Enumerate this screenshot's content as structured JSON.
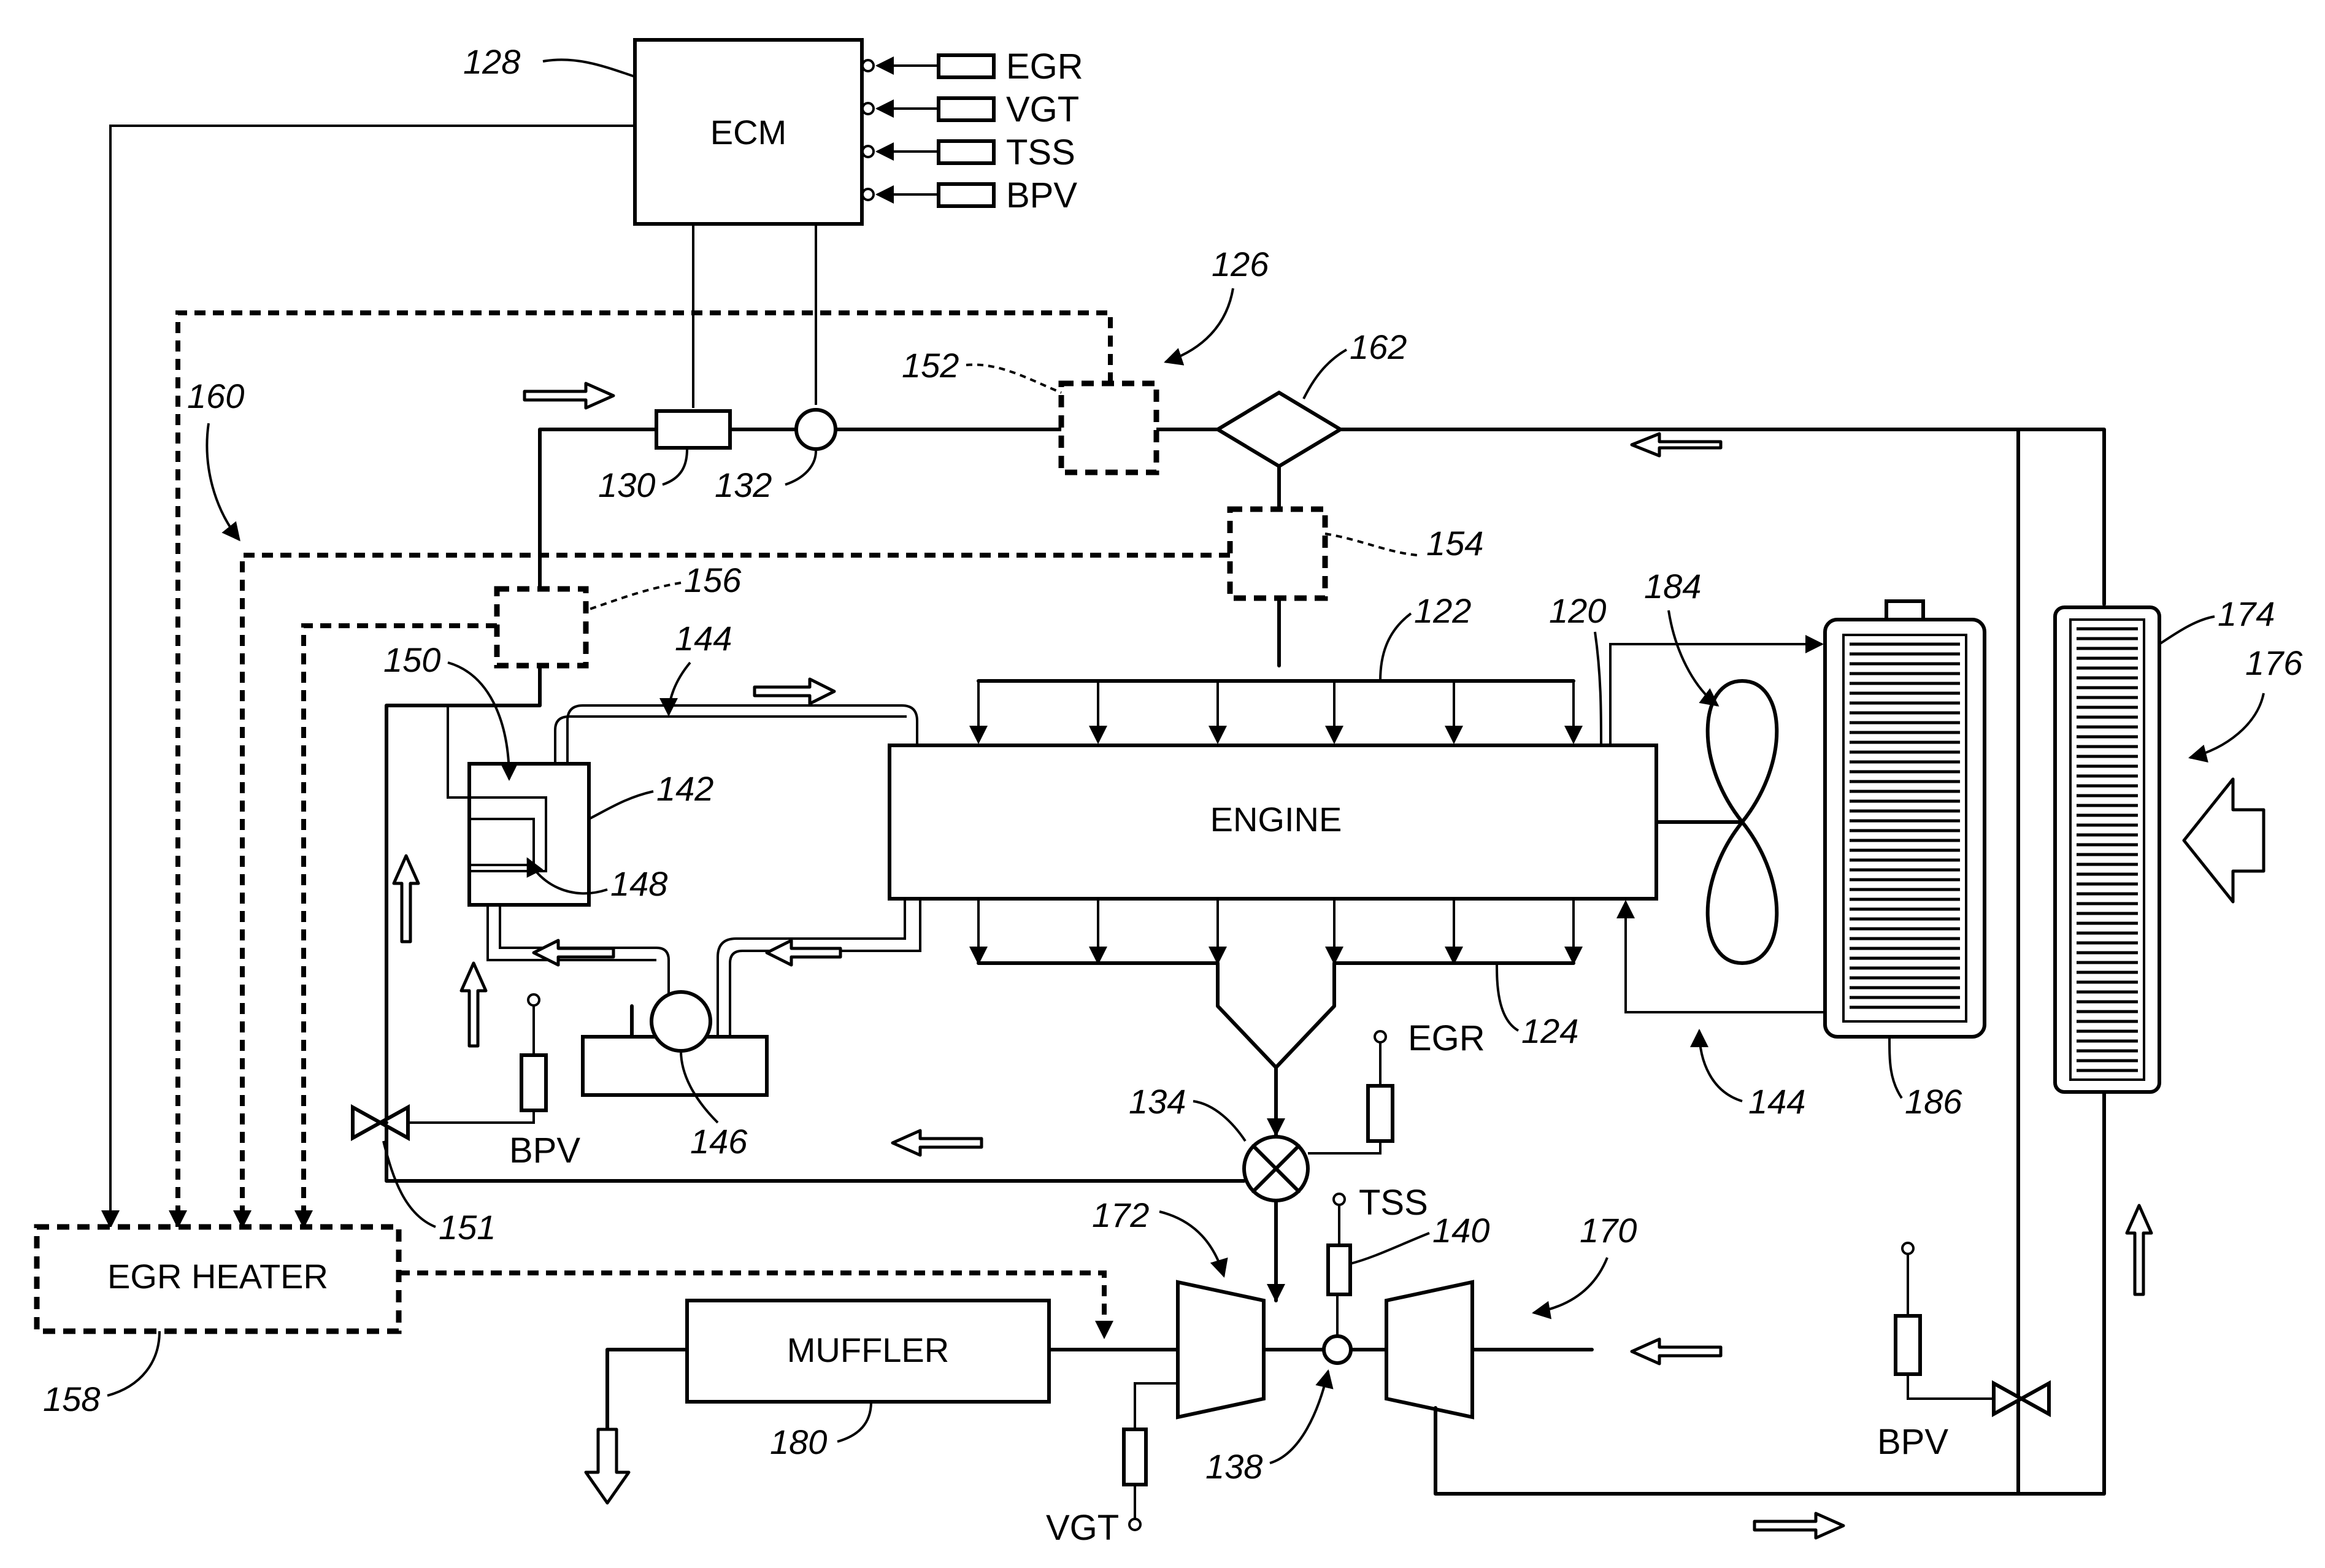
{
  "labels": {
    "ecm": "ECM",
    "engine": "ENGINE",
    "muffler": "MUFFLER",
    "egr_heater": "EGR HEATER",
    "inputs": [
      "EGR",
      "VGT",
      "TSS",
      "BPV"
    ],
    "actuator_egr": "EGR",
    "actuator_tss": "TSS",
    "actuator_vgt": "VGT",
    "actuator_bpv_left": "BPV",
    "actuator_bpv_right": "BPV"
  },
  "refs": {
    "r120": "120",
    "r122": "122",
    "r124": "124",
    "r126": "126",
    "r128": "128",
    "r130": "130",
    "r132": "132",
    "r134": "134",
    "r138": "138",
    "r140": "140",
    "r142": "142",
    "r144a": "144",
    "r144b": "144",
    "r146": "146",
    "r148": "148",
    "r150": "150",
    "r151": "151",
    "r152": "152",
    "r154": "154",
    "r156": "156",
    "r158": "158",
    "r160": "160",
    "r162": "162",
    "r170": "170",
    "r172": "172",
    "r174": "174",
    "r176": "176",
    "r180": "180",
    "r184": "184",
    "r186": "186"
  }
}
